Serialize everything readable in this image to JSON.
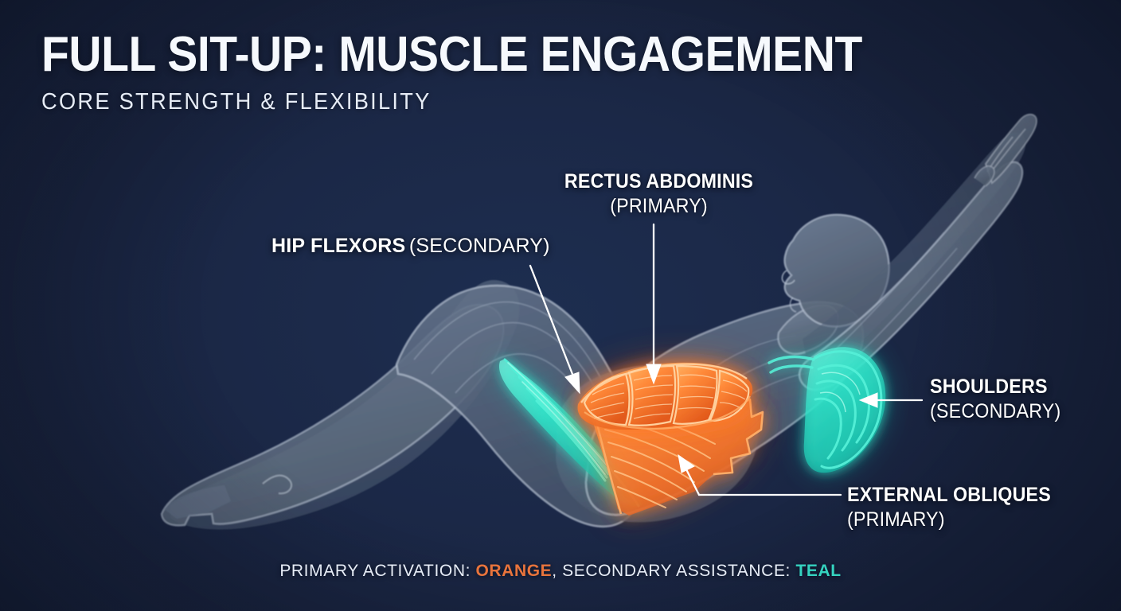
{
  "header": {
    "title": "FULL SIT-UP: MUSCLE ENGAGEMENT",
    "subtitle": "CORE STRENGTH & FLEXIBILITY"
  },
  "annotations": [
    {
      "id": "rectus",
      "name": "RECTUS ABDOMINIS",
      "qualifier": "(PRIMARY)",
      "activation": "primary",
      "pointer": "line-down"
    },
    {
      "id": "hip",
      "name": "HIP FLEXORS",
      "qualifier": "(SECONDARY)",
      "activation": "secondary",
      "pointer": "arrow-down-right"
    },
    {
      "id": "shoulder",
      "name": "SHOULDERS",
      "qualifier": "(SECONDARY)",
      "activation": "secondary",
      "pointer": "arrow-left"
    },
    {
      "id": "oblique",
      "name": "EXTERNAL OBLIQUES",
      "qualifier": "(PRIMARY)",
      "activation": "primary",
      "pointer": "arrow-up-left"
    }
  ],
  "legend": {
    "primary_prefix": "PRIMARY ACTIVATION: ",
    "primary_keyword": "ORANGE",
    "separator": ", ",
    "secondary_prefix": "SECONDARY ASSISTANCE: ",
    "secondary_keyword": "TEAL"
  },
  "colors": {
    "background": "#16203a",
    "background_center": "#1d2e50",
    "primary_orange": "#e8743c",
    "primary_orange_bright": "#ff9a4d",
    "secondary_teal": "#35d3c0",
    "secondary_teal_bright": "#2fe8cc",
    "body_fill": "#5d6c82",
    "body_outline": "#b9c4d4",
    "text": "#ffffff"
  },
  "illustration": {
    "subject": "human-figure-sit-up-side-view",
    "pose": "sit-up, knees bent, torso raised, arms extended overhead",
    "highlighted_muscles": [
      {
        "muscle": "rectus-abdominis",
        "color": "orange",
        "segments": 4
      },
      {
        "muscle": "external-obliques",
        "color": "orange"
      },
      {
        "muscle": "hip-flexors",
        "color": "teal"
      },
      {
        "muscle": "deltoid-shoulder",
        "color": "teal"
      }
    ]
  }
}
